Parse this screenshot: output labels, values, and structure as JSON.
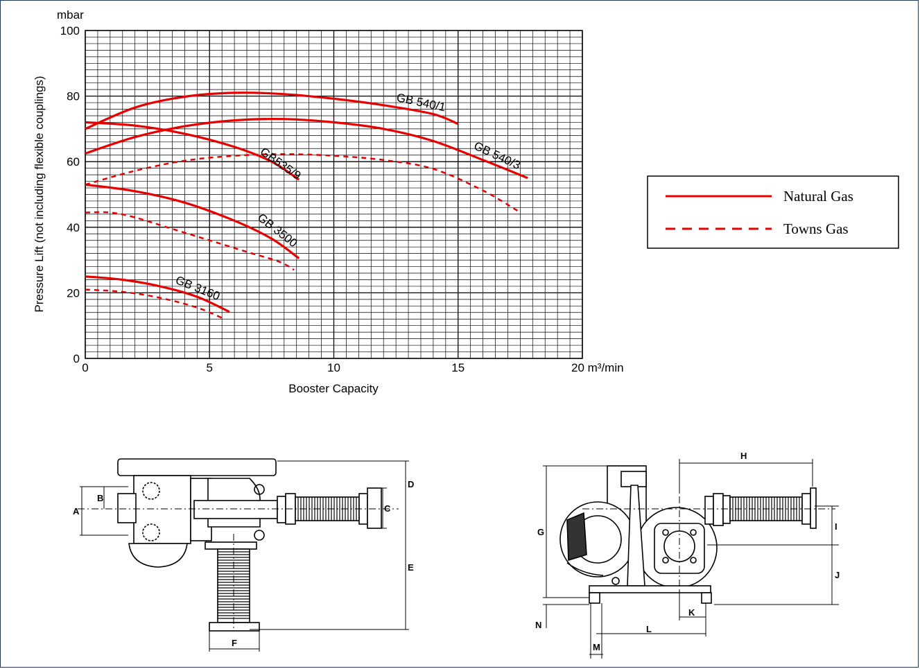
{
  "chart_data": {
    "type": "line",
    "title": "",
    "unit_y": "mbar",
    "ylabel": "Pressure Lift (not including flexible couplings)",
    "xlabel": "Booster Capacity",
    "x_end_label": "20 m³/min",
    "xlim": [
      0,
      20
    ],
    "ylim": [
      0,
      100
    ],
    "x_ticks": [
      0,
      5,
      10,
      15
    ],
    "y_ticks": [
      0,
      20,
      40,
      60,
      80,
      100
    ],
    "grid": true,
    "legend": {
      "position": "right",
      "entries": [
        {
          "label": "Natural Gas",
          "style": "solid"
        },
        {
          "label": "Towns Gas",
          "style": "dashed"
        }
      ]
    },
    "series_color": "#e60000",
    "series": [
      {
        "name": "GB 540/1",
        "gas": "Natural Gas",
        "style": "solid",
        "points": [
          [
            0,
            70
          ],
          [
            2,
            76.5
          ],
          [
            4,
            79.8
          ],
          [
            6,
            81
          ],
          [
            8,
            80.6
          ],
          [
            10,
            79.2
          ],
          [
            12,
            77.2
          ],
          [
            14,
            74.5
          ],
          [
            15,
            71.5
          ]
        ]
      },
      {
        "name": "GB 540/3",
        "gas": "Natural Gas",
        "style": "solid",
        "points": [
          [
            0,
            62.5
          ],
          [
            2,
            67.5
          ],
          [
            4,
            70.8
          ],
          [
            6,
            72.6
          ],
          [
            8,
            73
          ],
          [
            10,
            72
          ],
          [
            12,
            70
          ],
          [
            14,
            66.3
          ],
          [
            16,
            60.5
          ],
          [
            17.8,
            55
          ]
        ]
      },
      {
        "name": "GB535/9",
        "gas": "Natural Gas",
        "style": "solid",
        "points": [
          [
            0,
            72
          ],
          [
            2,
            71
          ],
          [
            4,
            68.5
          ],
          [
            6,
            64.5
          ],
          [
            7.5,
            60
          ],
          [
            8.6,
            54.5
          ]
        ]
      },
      {
        "name": "GB535/9",
        "gas": "Towns Gas",
        "style": "dashed",
        "points": [
          [
            0,
            53
          ],
          [
            2,
            57.2
          ],
          [
            4,
            60.3
          ],
          [
            6,
            61.8
          ],
          [
            8,
            62.3
          ],
          [
            10,
            61.8
          ],
          [
            12,
            60.5
          ],
          [
            14,
            57.8
          ],
          [
            16,
            51.2
          ],
          [
            17.4,
            45
          ]
        ]
      },
      {
        "name": "GB 3500",
        "gas": "Natural Gas",
        "style": "solid",
        "points": [
          [
            0,
            53
          ],
          [
            2,
            51
          ],
          [
            4,
            47.5
          ],
          [
            6,
            42
          ],
          [
            7.5,
            36.5
          ],
          [
            8.6,
            30.5
          ]
        ]
      },
      {
        "name": "GB 3500",
        "gas": "Towns Gas",
        "style": "dashed",
        "points": [
          [
            0,
            44.5
          ],
          [
            1,
            44.5
          ],
          [
            2,
            43
          ],
          [
            3.5,
            39.5
          ],
          [
            5,
            36
          ],
          [
            6.5,
            32.5
          ],
          [
            7.8,
            29.5
          ],
          [
            8.4,
            27
          ]
        ]
      },
      {
        "name": "GB 3160",
        "gas": "Natural Gas",
        "style": "solid",
        "points": [
          [
            0,
            25
          ],
          [
            1.5,
            24
          ],
          [
            3,
            22
          ],
          [
            4.5,
            18.8
          ],
          [
            5.8,
            14.2
          ]
        ]
      },
      {
        "name": "GB 3160",
        "gas": "Towns Gas",
        "style": "dashed",
        "points": [
          [
            0,
            21
          ],
          [
            1.5,
            20.3
          ],
          [
            3,
            18.5
          ],
          [
            4.5,
            15.5
          ],
          [
            5.6,
            12
          ]
        ]
      }
    ],
    "curve_labels": [
      {
        "text": "GB 540/1",
        "x": 12.5,
        "y": 78.5,
        "angle": 12
      },
      {
        "text": "GB 540/3",
        "x": 15.6,
        "y": 64,
        "angle": 25
      },
      {
        "text": "GB535/9",
        "x": 7,
        "y": 62.5,
        "angle": 35
      },
      {
        "text": "GB 3500",
        "x": 6.9,
        "y": 42.5,
        "angle": 38
      },
      {
        "text": "GB 3160",
        "x": 3.6,
        "y": 23,
        "angle": 22
      }
    ]
  },
  "drawing_labels": {
    "left": [
      "A",
      "B",
      "C",
      "D",
      "E",
      "F"
    ],
    "right": [
      "G",
      "H",
      "I",
      "J",
      "K",
      "L",
      "M",
      "N"
    ]
  }
}
